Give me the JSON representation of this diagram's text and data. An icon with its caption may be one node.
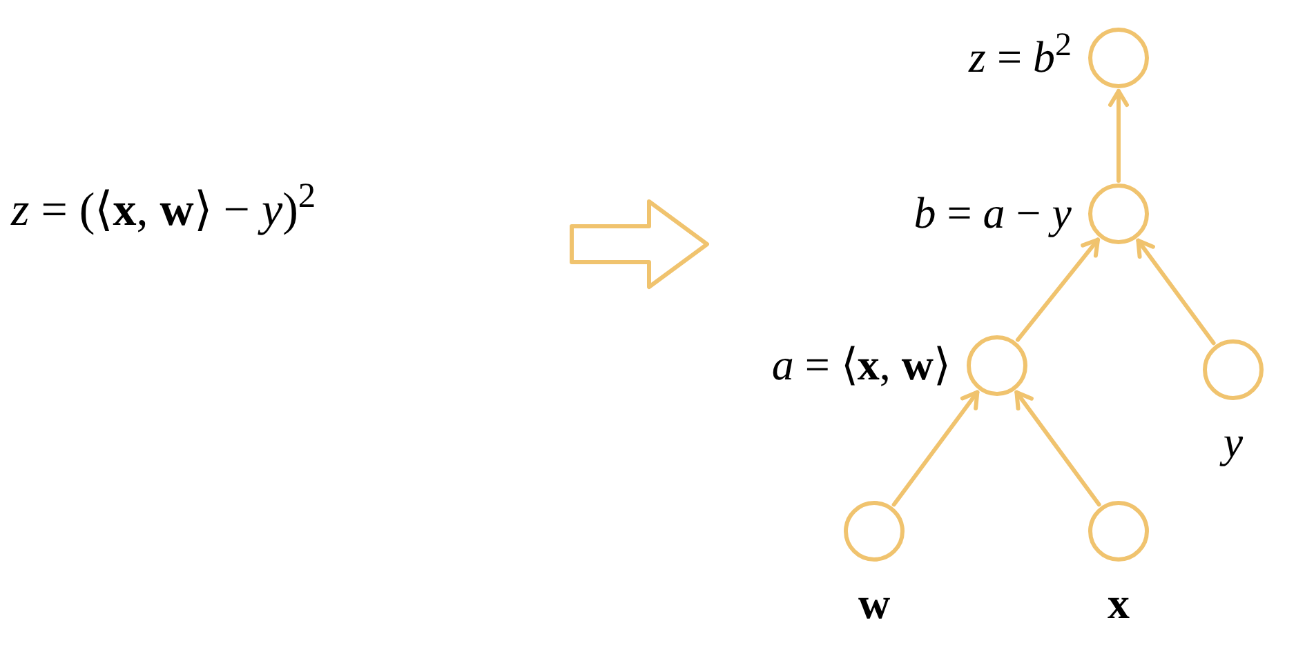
{
  "diagram": {
    "nodes": [
      {
        "text": [],
        "shape": "circle",
        "beside": [
          "*z* = *b*$^{2}$"
        ]
      },
      {
        "text": [],
        "shape": "circle",
        "beside": [
          "*b* = *a* − *y*"
        ]
      },
      {
        "text": [],
        "shape": "circle",
        "beside": [
          "*a* = ⟨**x**, **w**⟩"
        ]
      },
      {
        "text": [],
        "shape": "circle",
        "beside": [
          "*y*"
        ]
      },
      {
        "text": [],
        "shape": "circle",
        "beside": [
          "**w**"
        ]
      },
      {
        "text": [],
        "shape": "circle",
        "beside": [
          "**x**"
        ]
      }
    ],
    "edges": [
      {
        "from": 1,
        "to": 0,
        "arrow": "to"
      },
      {
        "from": 2,
        "to": 1,
        "arrow": "to"
      },
      {
        "from": 3,
        "to": 1,
        "arrow": "to"
      },
      {
        "from": 4,
        "to": 2,
        "arrow": "to"
      },
      {
        "from": 5,
        "to": 2,
        "arrow": "to"
      }
    ],
    "labels": [
      "*z* = (⟨**x**, **w**⟩ − *y*)$^{2}$"
    ]
  }
}
